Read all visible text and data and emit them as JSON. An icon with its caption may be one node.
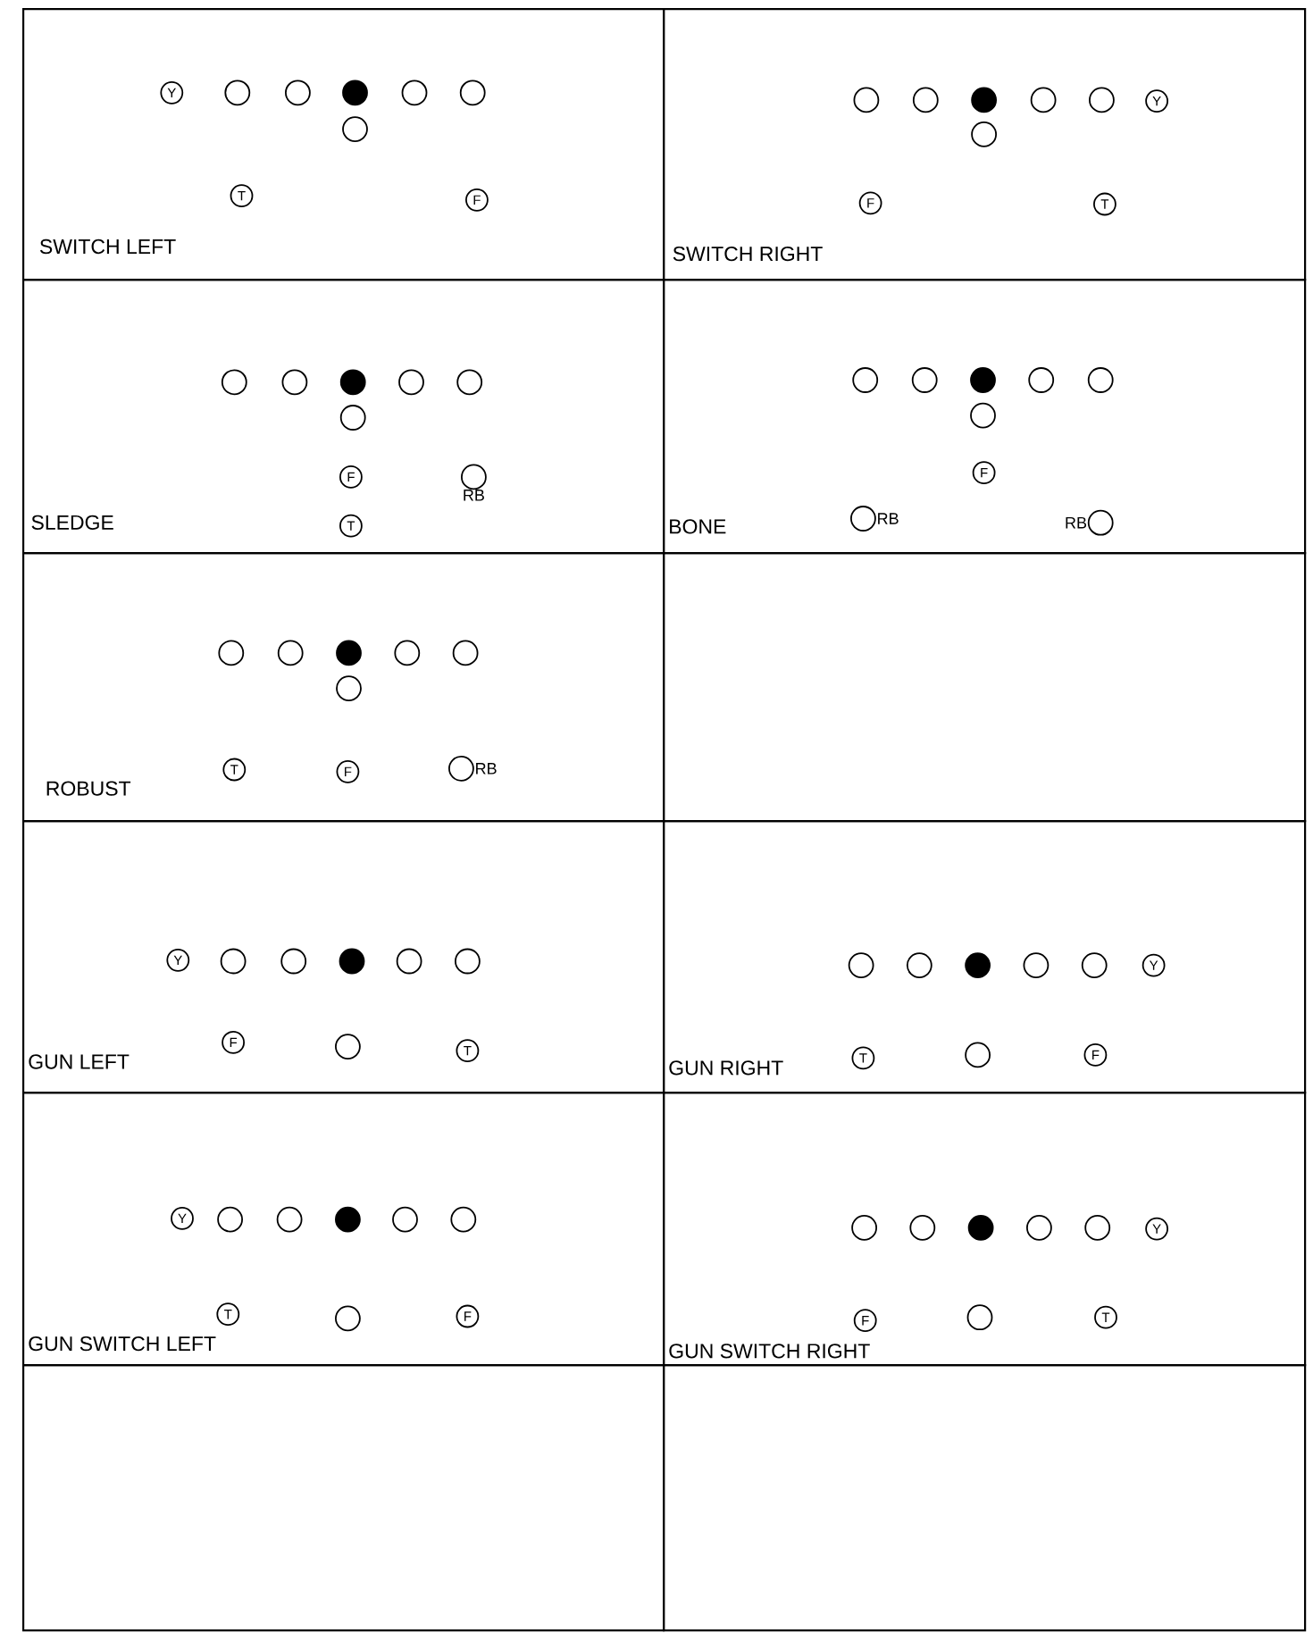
{
  "diagram": {
    "nodes": [
      {
        "text": [
          "SWITCH LEFT"
        ]
      },
      {
        "text": [
          "Y"
        ],
        "in": 0
      },
      {
        "text": [],
        "shape": "circle",
        "in": 0
      },
      {
        "text": [],
        "shape": "circle",
        "in": 0
      },
      {
        "text": [],
        "shape": "dot",
        "in": 0
      },
      {
        "text": [],
        "shape": "circle",
        "in": 0
      },
      {
        "text": [],
        "shape": "circle",
        "in": 0
      },
      {
        "text": [],
        "shape": "circle",
        "in": 0
      },
      {
        "text": [
          "T"
        ],
        "in": 0
      },
      {
        "text": [
          "F"
        ],
        "in": 0
      },
      {
        "text": [
          "SWITCH RIGHT"
        ]
      },
      {
        "text": [],
        "shape": "circle",
        "in": 10
      },
      {
        "text": [],
        "shape": "circle",
        "in": 10
      },
      {
        "text": [],
        "shape": "dot",
        "in": 10
      },
      {
        "text": [],
        "shape": "circle",
        "in": 10
      },
      {
        "text": [],
        "shape": "circle",
        "in": 10
      },
      {
        "text": [
          "Y"
        ],
        "in": 10
      },
      {
        "text": [],
        "shape": "circle",
        "in": 10
      },
      {
        "text": [
          "F"
        ],
        "in": 10
      },
      {
        "text": [
          "T"
        ],
        "in": 10
      },
      {
        "text": [
          "SLEDGE"
        ]
      },
      {
        "text": [],
        "shape": "circle",
        "in": 20
      },
      {
        "text": [],
        "shape": "circle",
        "in": 20
      },
      {
        "text": [],
        "shape": "dot",
        "in": 20
      },
      {
        "text": [],
        "shape": "circle",
        "in": 20
      },
      {
        "text": [],
        "shape": "circle",
        "in": 20
      },
      {
        "text": [],
        "shape": "circle",
        "in": 20
      },
      {
        "text": [
          "F"
        ],
        "in": 20
      },
      {
        "text": [],
        "shape": "circle",
        "in": 20,
        "beside": [
          "RB"
        ]
      },
      {
        "text": [
          "T"
        ],
        "in": 20
      },
      {
        "text": [
          "BONE"
        ]
      },
      {
        "text": [],
        "shape": "circle",
        "in": 30
      },
      {
        "text": [],
        "shape": "circle",
        "in": 30
      },
      {
        "text": [],
        "shape": "dot",
        "in": 30
      },
      {
        "text": [],
        "shape": "circle",
        "in": 30
      },
      {
        "text": [],
        "shape": "circle",
        "in": 30
      },
      {
        "text": [],
        "shape": "circle",
        "in": 30
      },
      {
        "text": [
          "F"
        ],
        "in": 30
      },
      {
        "text": [],
        "shape": "circle",
        "in": 30,
        "beside": [
          "RB"
        ]
      },
      {
        "text": [],
        "shape": "circle",
        "in": 30,
        "beside": [
          "RB"
        ]
      },
      {
        "text": [
          "ROBUST"
        ]
      },
      {
        "text": [],
        "shape": "circle",
        "in": 40
      },
      {
        "text": [],
        "shape": "circle",
        "in": 40
      },
      {
        "text": [],
        "shape": "dot",
        "in": 40
      },
      {
        "text": [],
        "shape": "circle",
        "in": 40
      },
      {
        "text": [],
        "shape": "circle",
        "in": 40
      },
      {
        "text": [],
        "shape": "circle",
        "in": 40
      },
      {
        "text": [
          "T"
        ],
        "in": 40
      },
      {
        "text": [
          "F"
        ],
        "in": 40
      },
      {
        "text": [],
        "shape": "circle",
        "in": 40,
        "beside": [
          "RB"
        ]
      },
      {
        "text": [],
        "shape": "box"
      },
      {
        "text": [
          "GUN LEFT"
        ]
      },
      {
        "text": [
          "Y"
        ],
        "in": 51
      },
      {
        "text": [],
        "shape": "circle",
        "in": 51
      },
      {
        "text": [],
        "shape": "circle",
        "in": 51
      },
      {
        "text": [],
        "shape": "dot",
        "in": 51
      },
      {
        "text": [],
        "shape": "circle",
        "in": 51
      },
      {
        "text": [],
        "shape": "circle",
        "in": 51
      },
      {
        "text": [
          "F"
        ],
        "in": 51
      },
      {
        "text": [],
        "shape": "circle",
        "in": 51
      },
      {
        "text": [
          "T"
        ],
        "in": 51
      },
      {
        "text": [
          "GUN RIGHT"
        ]
      },
      {
        "text": [],
        "shape": "circle",
        "in": 61
      },
      {
        "text": [],
        "shape": "circle",
        "in": 61
      },
      {
        "text": [],
        "shape": "dot",
        "in": 61
      },
      {
        "text": [],
        "shape": "circle",
        "in": 61
      },
      {
        "text": [],
        "shape": "circle",
        "in": 61
      },
      {
        "text": [
          "Y"
        ],
        "in": 61
      },
      {
        "text": [
          "T"
        ],
        "in": 61
      },
      {
        "text": [],
        "shape": "circle",
        "in": 61
      },
      {
        "text": [
          "F"
        ],
        "in": 61
      },
      {
        "text": [
          "GUN SWITCH LEFT"
        ]
      },
      {
        "text": [
          "Y"
        ],
        "in": 71
      },
      {
        "text": [],
        "shape": "circle",
        "in": 71
      },
      {
        "text": [],
        "shape": "circle",
        "in": 71
      },
      {
        "text": [],
        "shape": "dot",
        "in": 71
      },
      {
        "text": [],
        "shape": "circle",
        "in": 71
      },
      {
        "text": [],
        "shape": "circle",
        "in": 71
      },
      {
        "text": [
          "T"
        ],
        "in": 71
      },
      {
        "text": [],
        "shape": "circle",
        "in": 71
      },
      {
        "text": [
          "F"
        ],
        "in": 71
      },
      {
        "text": [
          "GUN SWITCH RIGHT"
        ]
      },
      {
        "text": [],
        "shape": "circle",
        "in": 81
      },
      {
        "text": [],
        "shape": "circle",
        "in": 81
      },
      {
        "text": [],
        "shape": "dot",
        "in": 81
      },
      {
        "text": [],
        "shape": "circle",
        "in": 81
      },
      {
        "text": [],
        "shape": "circle",
        "in": 81
      },
      {
        "text": [
          "Y"
        ],
        "in": 81
      },
      {
        "text": [
          "F"
        ],
        "in": 81
      },
      {
        "text": [],
        "shape": "circle",
        "in": 81
      },
      {
        "text": [
          "T"
        ],
        "in": 81
      },
      {
        "text": [],
        "shape": "box"
      },
      {
        "text": [],
        "shape": "box"
      }
    ]
  }
}
